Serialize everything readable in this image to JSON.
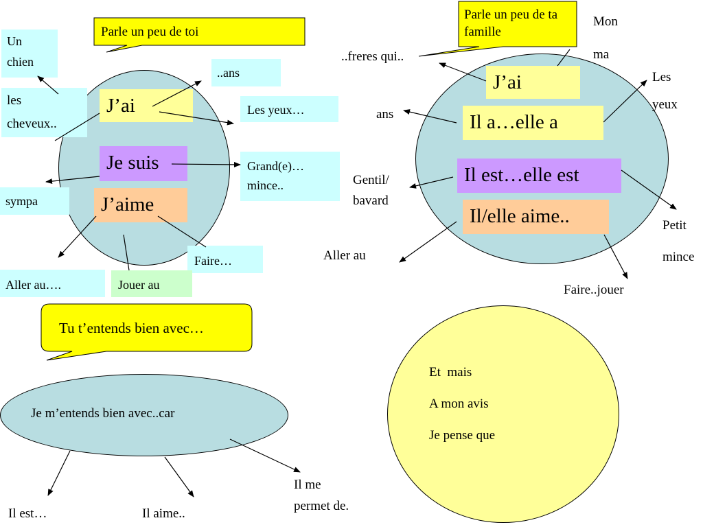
{
  "bubbles": {
    "parle_toi": "Parle un peu de toi",
    "parle_famille": "Parle un peu de ta famille",
    "entends": "Tu t’entends bien avec…"
  },
  "left_map": {
    "jai": "J’ai",
    "je_suis": "Je suis",
    "jaime": "J’aime",
    "un_chien": "Un\nchien",
    "les_cheveux": "les\ncheveux..",
    "ans": "..ans",
    "les_yeux": "Les yeux…",
    "grand": "Grand(e)…\nmince..",
    "sympa": "sympa",
    "faire": "Faire…",
    "aller": "Aller au….",
    "jouer": "Jouer au"
  },
  "right_map": {
    "jai": "J’ai",
    "il_a": "Il a…elle a",
    "il_est": "Il est…elle est",
    "il_aime": "Il/elle aime..",
    "freres": "..freres qui..",
    "mon_ma": "Mon\nma",
    "ans": "ans",
    "les_yeux": "Les\nyeux",
    "gentil": "Gentil/\nbavard",
    "petit": "Petit\nmince",
    "aller": "Aller au",
    "faire_jouer": "Faire..jouer"
  },
  "bottom_map": {
    "je_mentends": "Je m’entends bien avec..car",
    "il_est": "Il est…",
    "il_aime": "Il aime..",
    "il_me": "Il me\npermet de."
  },
  "connectors_circle": {
    "et_mais": "Et  mais",
    "a_mon_avis": "A mon avis",
    "je_pense": "Je pense que"
  }
}
